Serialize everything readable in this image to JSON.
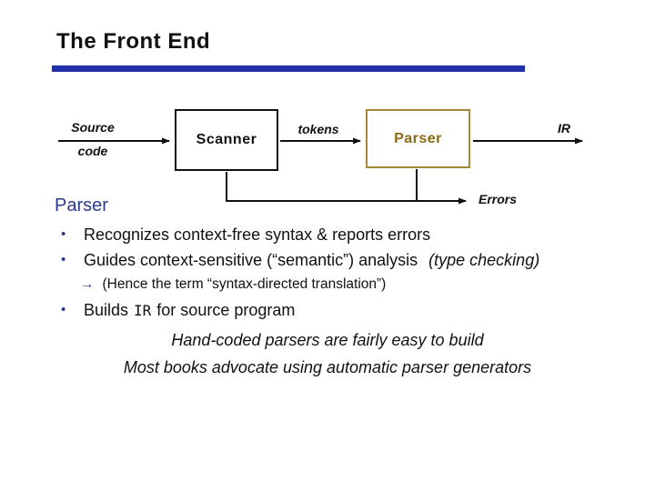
{
  "slide": {
    "title": "The Front End"
  },
  "colors": {
    "accent": "#2230aa",
    "heading": "#2b3a8e",
    "parser-border": "#a8863b",
    "parser-text": "#8a6a14",
    "ink": "#111111"
  },
  "diagram": {
    "source_label_line1": "Source",
    "source_label_line2": "code",
    "scanner_box": "Scanner",
    "tokens_label": "tokens",
    "parser_box": "Parser",
    "ir_label": "IR",
    "errors_label": "Errors"
  },
  "content": {
    "heading": "Parser",
    "bullets": [
      {
        "text": "Recognizes context-free syntax & reports errors"
      },
      {
        "text": "Guides context-sensitive (“semantic”) analysis",
        "suffix_italic": "(type checking)"
      },
      {
        "prefix": "Builds",
        "ir_term": "IR",
        "suffix": "for source program"
      }
    ],
    "sub_bullet": {
      "arrow_glyph": "→",
      "text": "(Hence the term “syntax-directed translation”)"
    },
    "closing_lines": [
      "Hand-coded parsers are fairly easy to build",
      "Most books advocate using automatic parser generators"
    ]
  }
}
